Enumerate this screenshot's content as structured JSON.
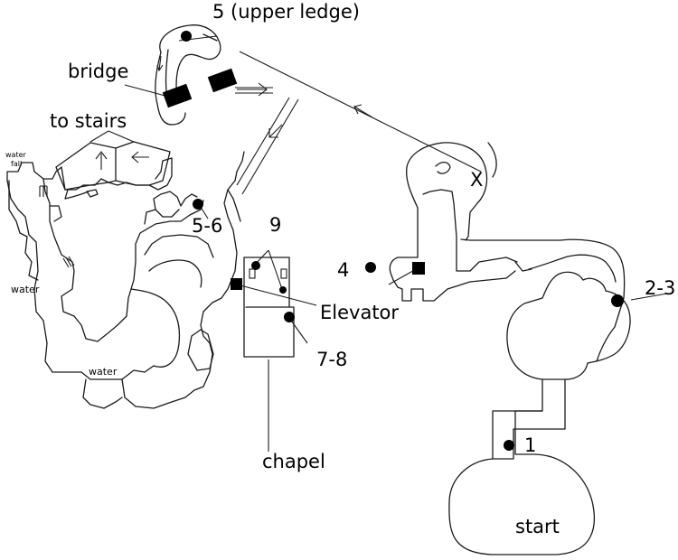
{
  "labels": {
    "upper_ledge": "5 (upper ledge)",
    "bridge": "bridge",
    "to_stairs": "to stairs",
    "waterfall_line1": "water",
    "waterfall_line2": "fall",
    "water_left": "water",
    "water_bottom": "water",
    "five_six": "5-6",
    "nine": "9",
    "four": "4",
    "elevator": "Elevator",
    "seven_eight": "7-8",
    "two_three": "2-3",
    "chapel": "chapel",
    "one": "1",
    "start": "start",
    "x_marker": "X"
  },
  "markers": {
    "bridge_blocks": 2,
    "elevator_blocks": 2,
    "waypoint_dots": 8
  }
}
